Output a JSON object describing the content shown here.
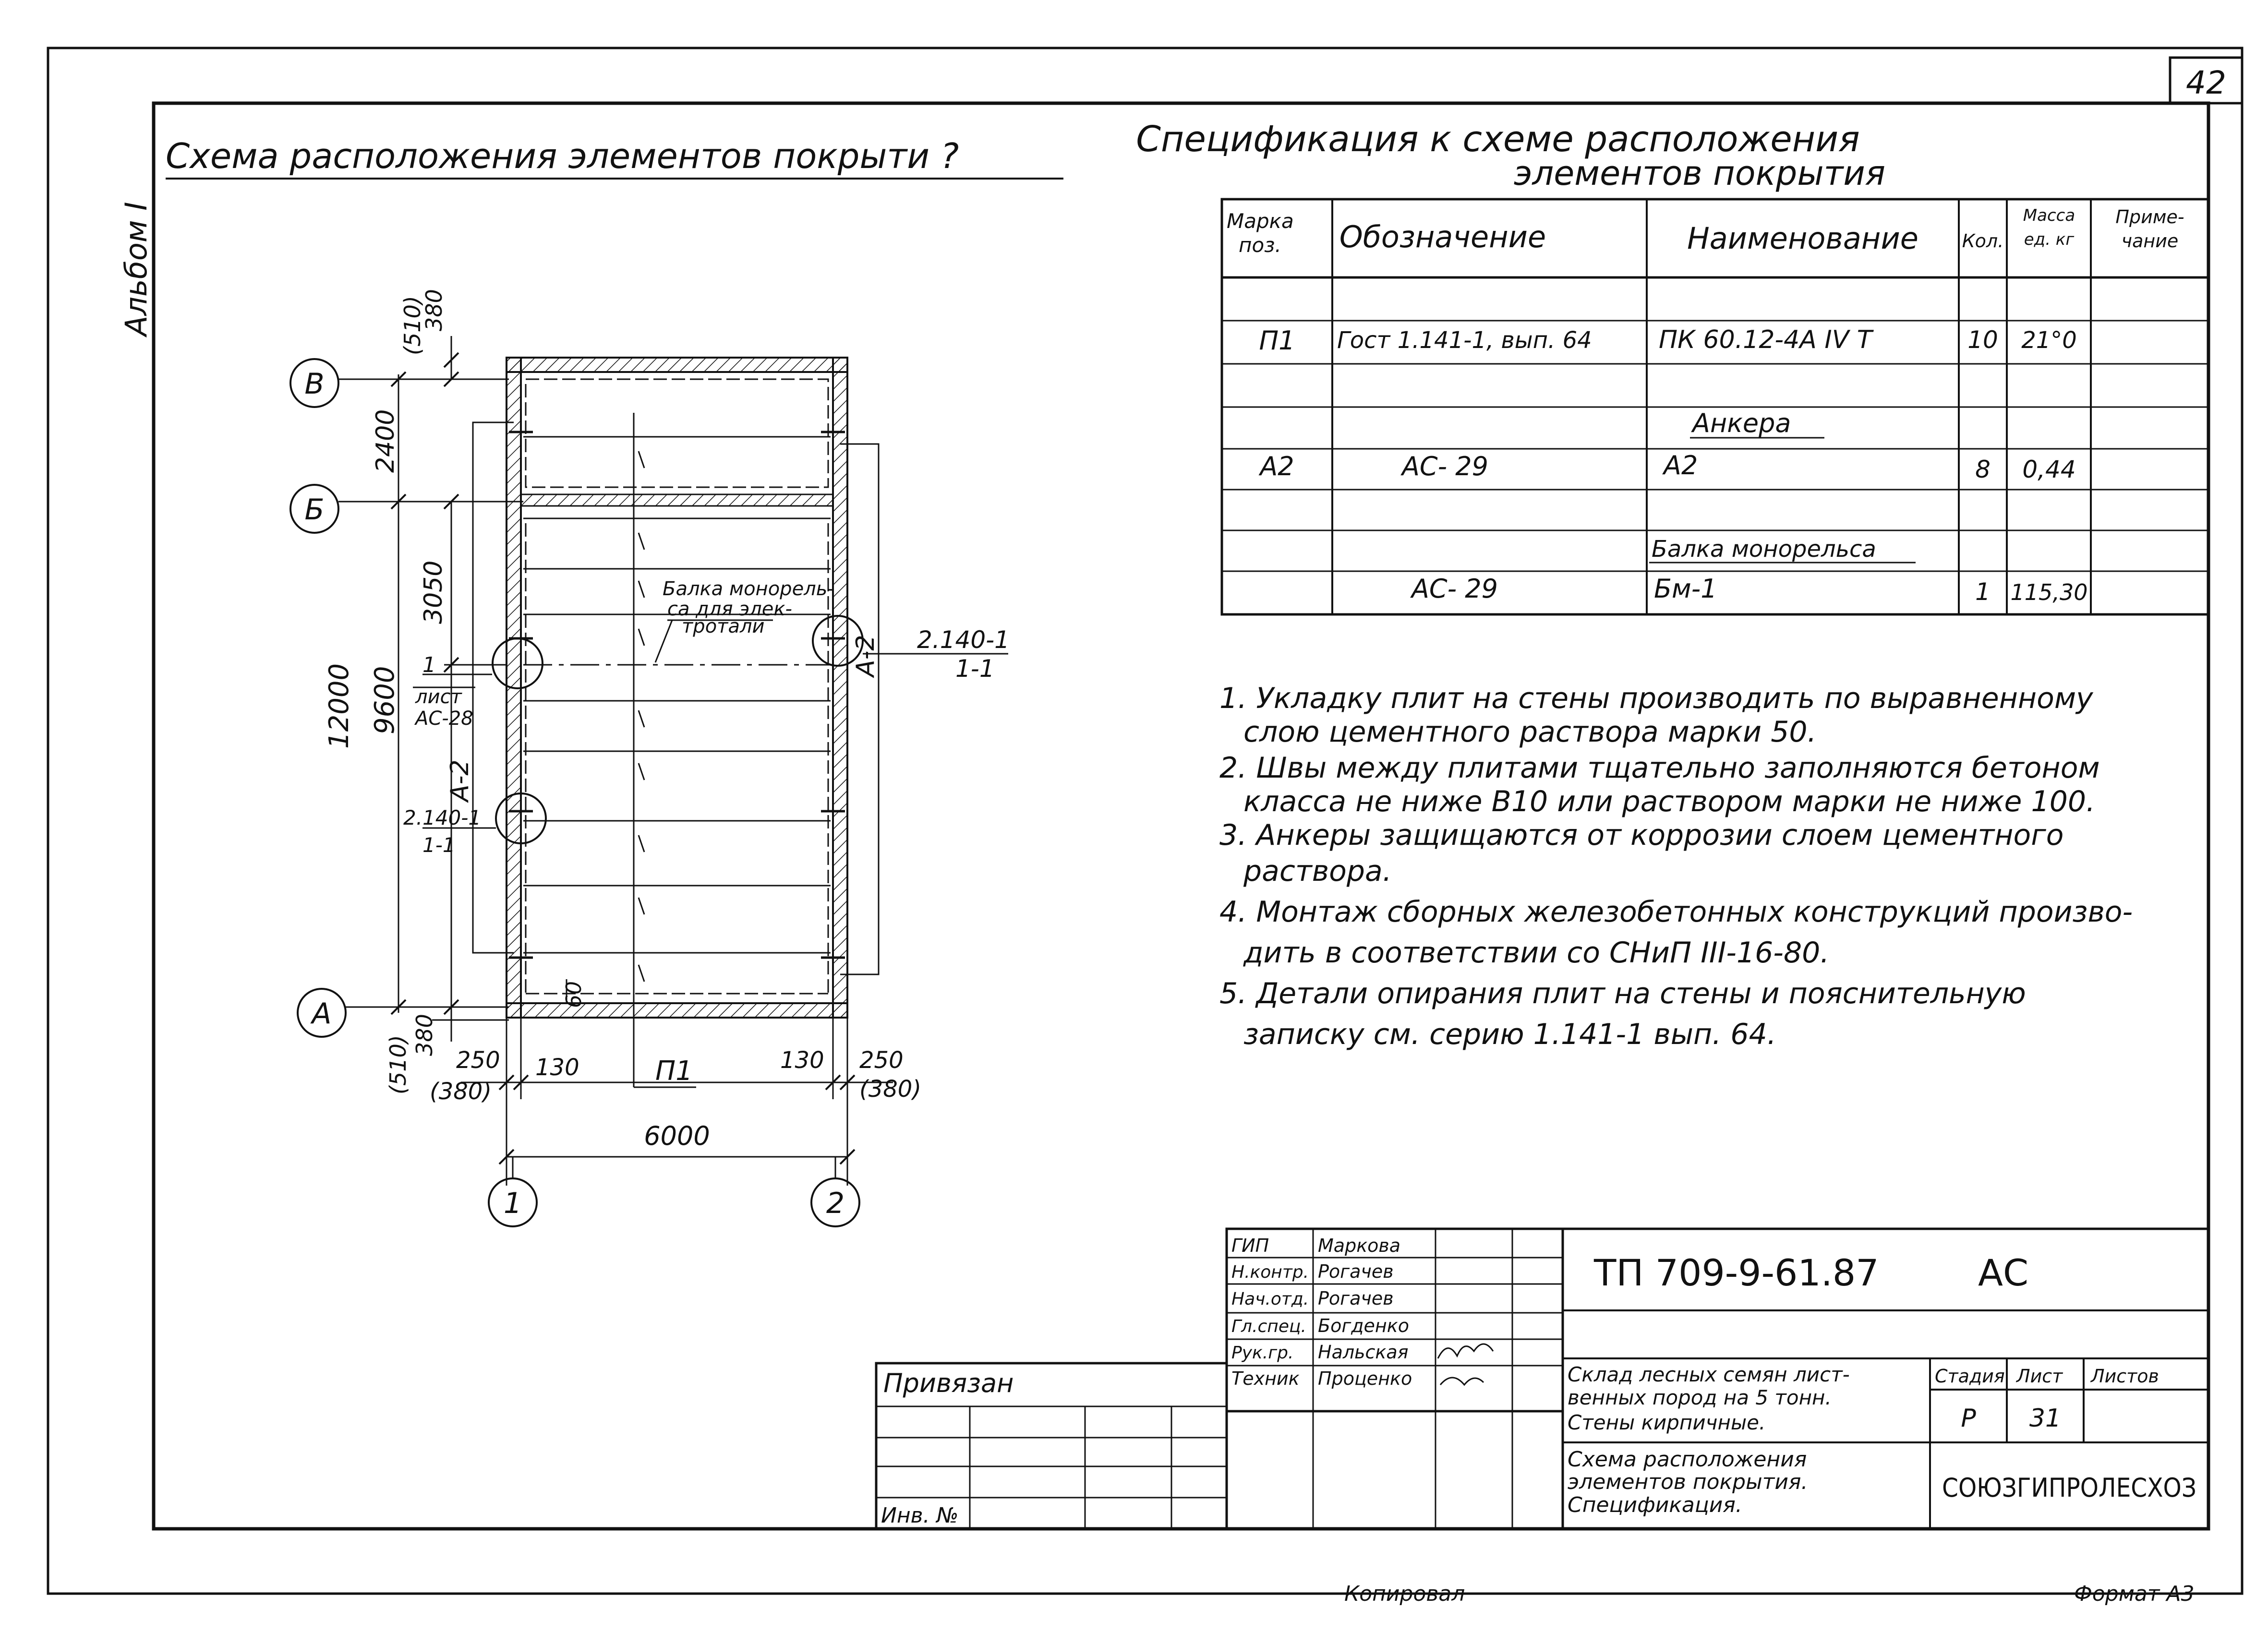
{
  "sheet": {
    "page_number": "42",
    "album": "Альбом I"
  },
  "plan": {
    "title": "Схема расположения элементов покрыти ?",
    "axes": {
      "rows": [
        "В",
        "Б",
        "А"
      ],
      "columns": [
        "1",
        "2"
      ]
    },
    "dims": {
      "top_510": "(510)",
      "top_380": "380",
      "d2400": "2400",
      "d3050": "3050",
      "d12000": "12000",
      "d9600": "9600",
      "bot_510": "(510)",
      "bot_380": "380",
      "d60": "60",
      "left_250": "250",
      "left_380": "(380)",
      "left_130": "130",
      "right_130": "130",
      "right_250": "250",
      "right_380": "(380)",
      "d6000": "6000"
    },
    "labels": {
      "beam_1": "Балка монорель-",
      "beam_2": "са для элек-",
      "beam_3": "тротали",
      "ref_right_1": "2.140-1",
      "ref_right_2": "1-1",
      "ref_left_top_1": "1",
      "ref_left_top_2": "лист",
      "ref_left_top_3": "АС-28",
      "ref_left_bot_1": "2.140-1",
      "ref_left_bot_2": "1-1",
      "a2_left": "А-2",
      "a2_right": "А-2",
      "slab": "П1"
    }
  },
  "spec": {
    "title_1": "Спецификация к схеме расположения",
    "title_2": "элементов покрытия",
    "headers": {
      "mark_1": "Марка",
      "mark_2": "поз.",
      "designation": "Обозначение",
      "name": "Наименование",
      "qty": "Кол.",
      "mass_1": "Масса",
      "mass_2": "ед. кг",
      "note_1": "Приме-",
      "note_2": "чание"
    },
    "rows": [
      {
        "mark": "П1",
        "designation": "Гост 1.141-1, вып. 64",
        "name": "ПК 60.12-4А IV Т",
        "qty": "10",
        "mass": "21°0",
        "note": ""
      },
      {
        "mark": "",
        "designation": "",
        "name": "",
        "qty": "",
        "mass": "",
        "note": ""
      },
      {
        "mark": "",
        "designation": "",
        "name": "Анкера",
        "qty": "",
        "mass": "",
        "note": ""
      },
      {
        "mark": "А2",
        "designation": "АС- 29",
        "name": "А2",
        "qty": "8",
        "mass": "0,44",
        "note": ""
      },
      {
        "mark": "",
        "designation": "",
        "name": "",
        "qty": "",
        "mass": "",
        "note": ""
      },
      {
        "mark": "",
        "designation": "",
        "name": "Балка монорельса",
        "qty": "",
        "mass": "",
        "note": ""
      },
      {
        "mark": "",
        "designation": "АС- 29",
        "name": "Бм-1",
        "qty": "1",
        "mass": "115,30",
        "note": ""
      }
    ]
  },
  "notes": [
    "1. Укладку плит на стены производить по выравненному",
    "слою цементного раствора марки 50.",
    "2. Швы между плитами тщательно заполняются бетоном",
    "класса не ниже В10 или раствором марки не ниже 100.",
    "3. Анкеры защищаются от коррозии слоем цементного",
    "раствора.",
    "4. Монтаж сборных железобетонных конструкций произво-",
    "дить в соответствии со СНиП III-16-80.",
    "5. Детали опирания плит на стены и пояснительную",
    "записку см. серию 1.141-1 вып. 64."
  ],
  "stamp": {
    "bound_label": "Привязан",
    "inv_label": "Инв. №",
    "roles": [
      {
        "role": "ГИП",
        "name": "Маркова"
      },
      {
        "role": "Н.контр.",
        "name": "Рогачев"
      },
      {
        "role": "Нач.отд.",
        "name": "Рогачев"
      },
      {
        "role": "Гл.спец.",
        "name": "Богденко"
      },
      {
        "role": "Рук.гр.",
        "name": "Нальская"
      },
      {
        "role": "Техник",
        "name": "Проценко"
      }
    ],
    "code": "ТП 709-9-61.87",
    "section": "АС",
    "object_1": "Склад лесных семян лист-",
    "object_2": "венных пород на 5 тонн.",
    "object_3": "Стены кирпичные.",
    "stage_label": "Стадия",
    "sheet_label": "Лист",
    "sheets_label": "Листов",
    "stage": "Р",
    "sheet": "31",
    "sheets": "",
    "drawing_1": "Схема расположения",
    "drawing_2": "элементов покрытия.",
    "drawing_3": "Спецификация.",
    "org": "СОЮЗГИПРОЛЕСХОЗ"
  },
  "footer": {
    "copied": "Копировал",
    "format": "Формат А3"
  }
}
